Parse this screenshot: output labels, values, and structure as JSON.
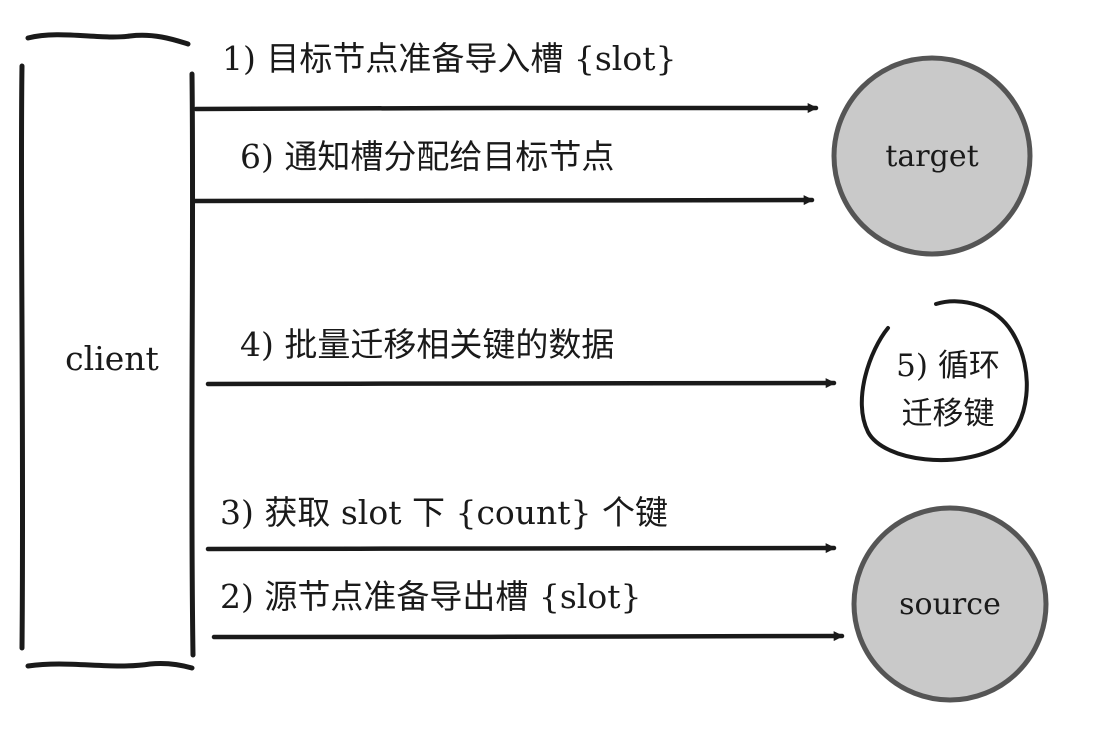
{
  "diagram": {
    "client_label": "client",
    "target_label": "target",
    "source_label": "source",
    "steps": [
      {
        "id": "step1",
        "text": "1) 目标节点准备导入槽 {slot}"
      },
      {
        "id": "step6",
        "text": "6) 通知槽分配给目标节点"
      },
      {
        "id": "step4",
        "text": "4) 批量迁移相关键的数据"
      },
      {
        "id": "step3",
        "text": "3) 获取 slot 下 {count} 个键"
      },
      {
        "id": "step2",
        "text": "2) 源节点准备导出槽 {slot}"
      }
    ],
    "loop_note": {
      "line1": "5) 循环",
      "line2": "迁移键"
    },
    "colors": {
      "line": "#1a1a1a",
      "node_fill": "#c9c9c9",
      "background": "#ffffff"
    }
  }
}
